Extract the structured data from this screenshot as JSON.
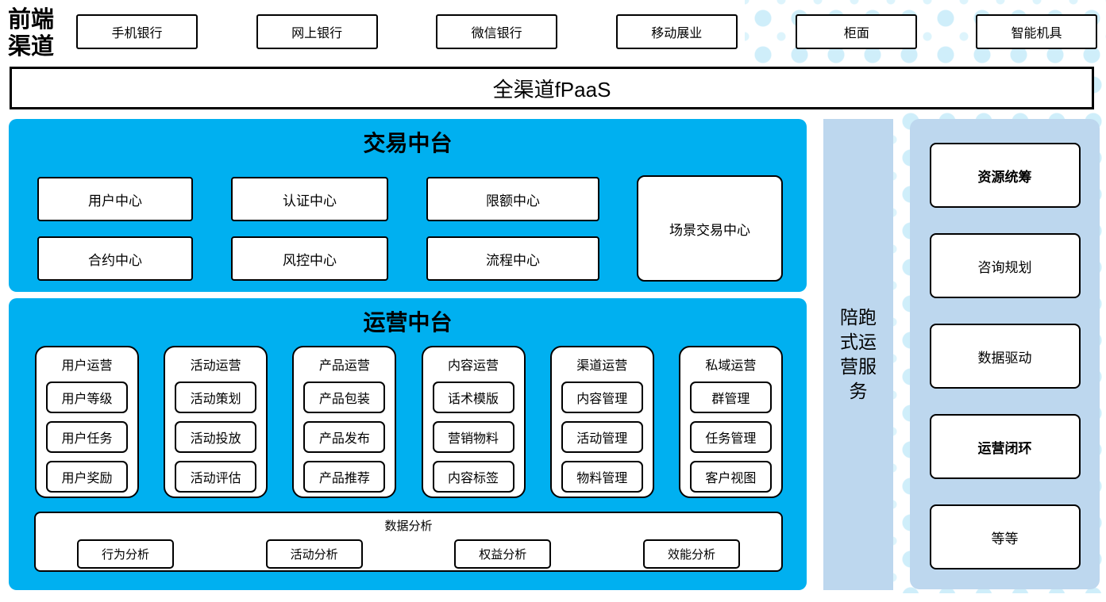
{
  "colors": {
    "platform_cyan": "#00B0F0",
    "side_light_blue": "#BDD7EE",
    "dot_pattern": "#CFEEFA",
    "box_border": "#000000",
    "box_fill": "#FFFFFF"
  },
  "front_channels": {
    "label": "前端渠道",
    "items": [
      "手机银行",
      "网上银行",
      "微信银行",
      "移动展业",
      "柜面",
      "智能机具"
    ]
  },
  "fpaas": {
    "label": "全渠道fPaaS"
  },
  "transaction_platform": {
    "title": "交易中台",
    "rows": [
      [
        "用户中心",
        "认证中心",
        "限额中心"
      ],
      [
        "合约中心",
        "风控中心",
        "流程中心"
      ]
    ],
    "tall_center": "场景交易中心"
  },
  "operation_platform": {
    "title": "运营中台",
    "groups": [
      {
        "title": "用户运营",
        "items": [
          "用户等级",
          "用户任务",
          "用户奖励"
        ]
      },
      {
        "title": "活动运营",
        "items": [
          "活动策划",
          "活动投放",
          "活动评估"
        ]
      },
      {
        "title": "产品运营",
        "items": [
          "产品包装",
          "产品发布",
          "产品推荐"
        ]
      },
      {
        "title": "内容运营",
        "items": [
          "话术模版",
          "营销物料",
          "内容标签"
        ]
      },
      {
        "title": "渠道运营",
        "items": [
          "内容管理",
          "活动管理",
          "物料管理"
        ]
      },
      {
        "title": "私域运营",
        "items": [
          "群管理",
          "任务管理",
          "客户视图"
        ]
      }
    ],
    "data_analysis": {
      "title": "数据分析",
      "items": [
        "行为分析",
        "活动分析",
        "权益分析",
        "效能分析"
      ]
    }
  },
  "side_bar": {
    "label": "陪跑式运营服务"
  },
  "right_panel": {
    "items": [
      {
        "label": "资源统筹",
        "bold": true
      },
      {
        "label": "咨询规划",
        "bold": false
      },
      {
        "label": "数据驱动",
        "bold": false
      },
      {
        "label": "运营闭环",
        "bold": true
      },
      {
        "label": "等等",
        "bold": false
      }
    ]
  }
}
